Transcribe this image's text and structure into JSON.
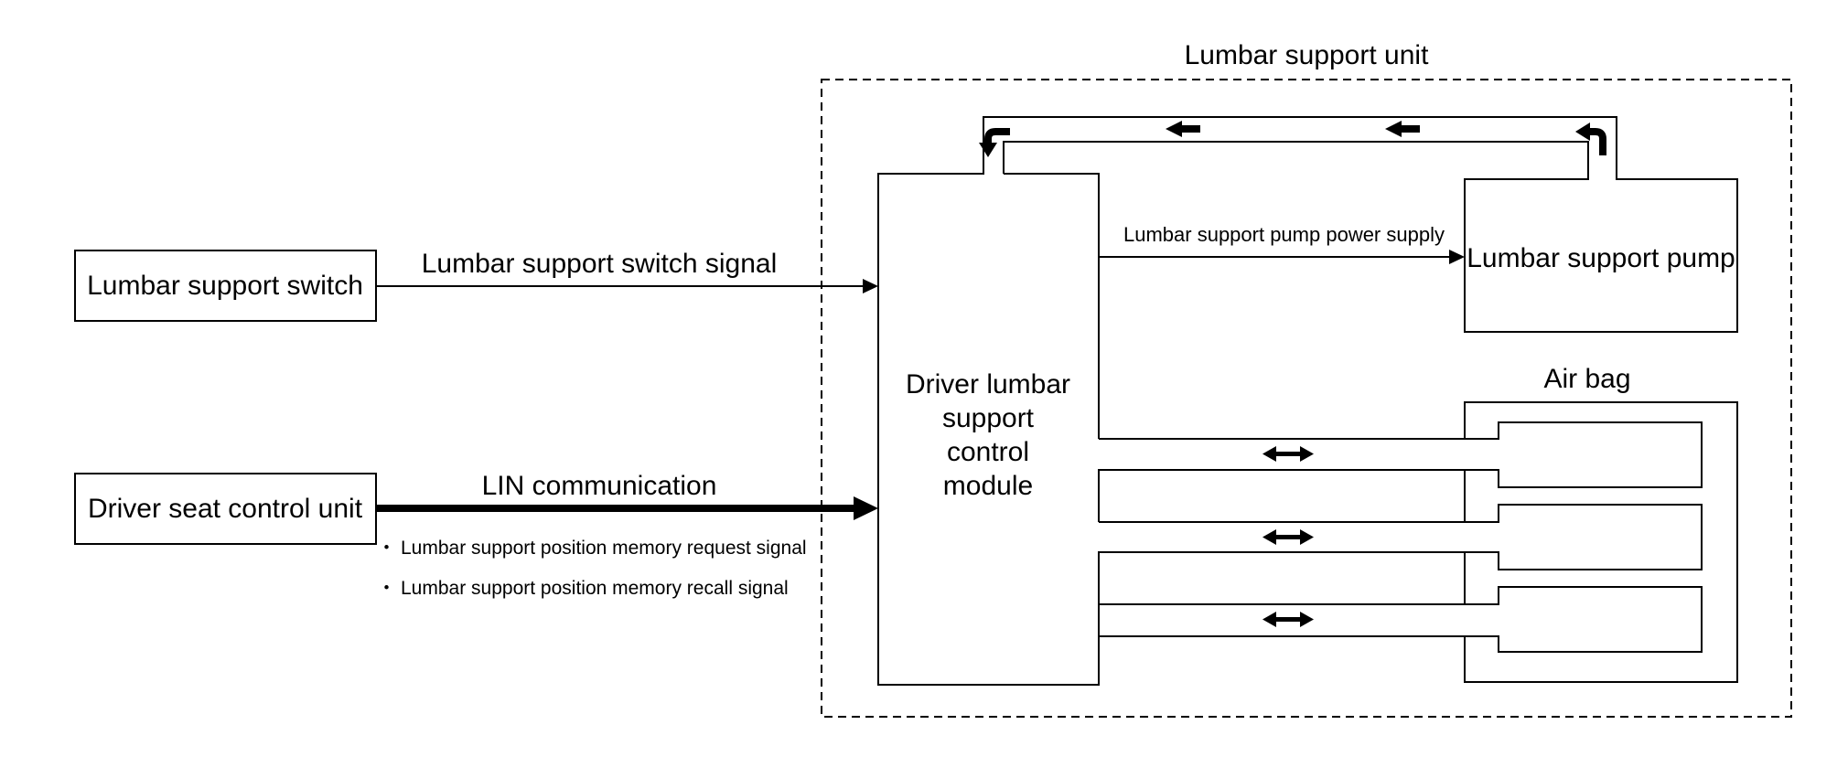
{
  "diagram": {
    "unit_title": "Lumbar support unit",
    "switch_box": "Lumbar support switch",
    "seat_control_box": "Driver seat control unit",
    "module_lines": [
      "Driver lumbar",
      "support",
      "control",
      "module"
    ],
    "pump_box": "Lumbar support pump",
    "airbag_label": "Air bag",
    "switch_signal_label": "Lumbar support switch signal",
    "lin_label": "LIN communication",
    "pump_power_label": "Lumbar support pump power supply",
    "bullet_glyph": "・",
    "lin_bullets": [
      "Lumbar support position memory request signal",
      "Lumbar support position memory recall signal"
    ]
  }
}
